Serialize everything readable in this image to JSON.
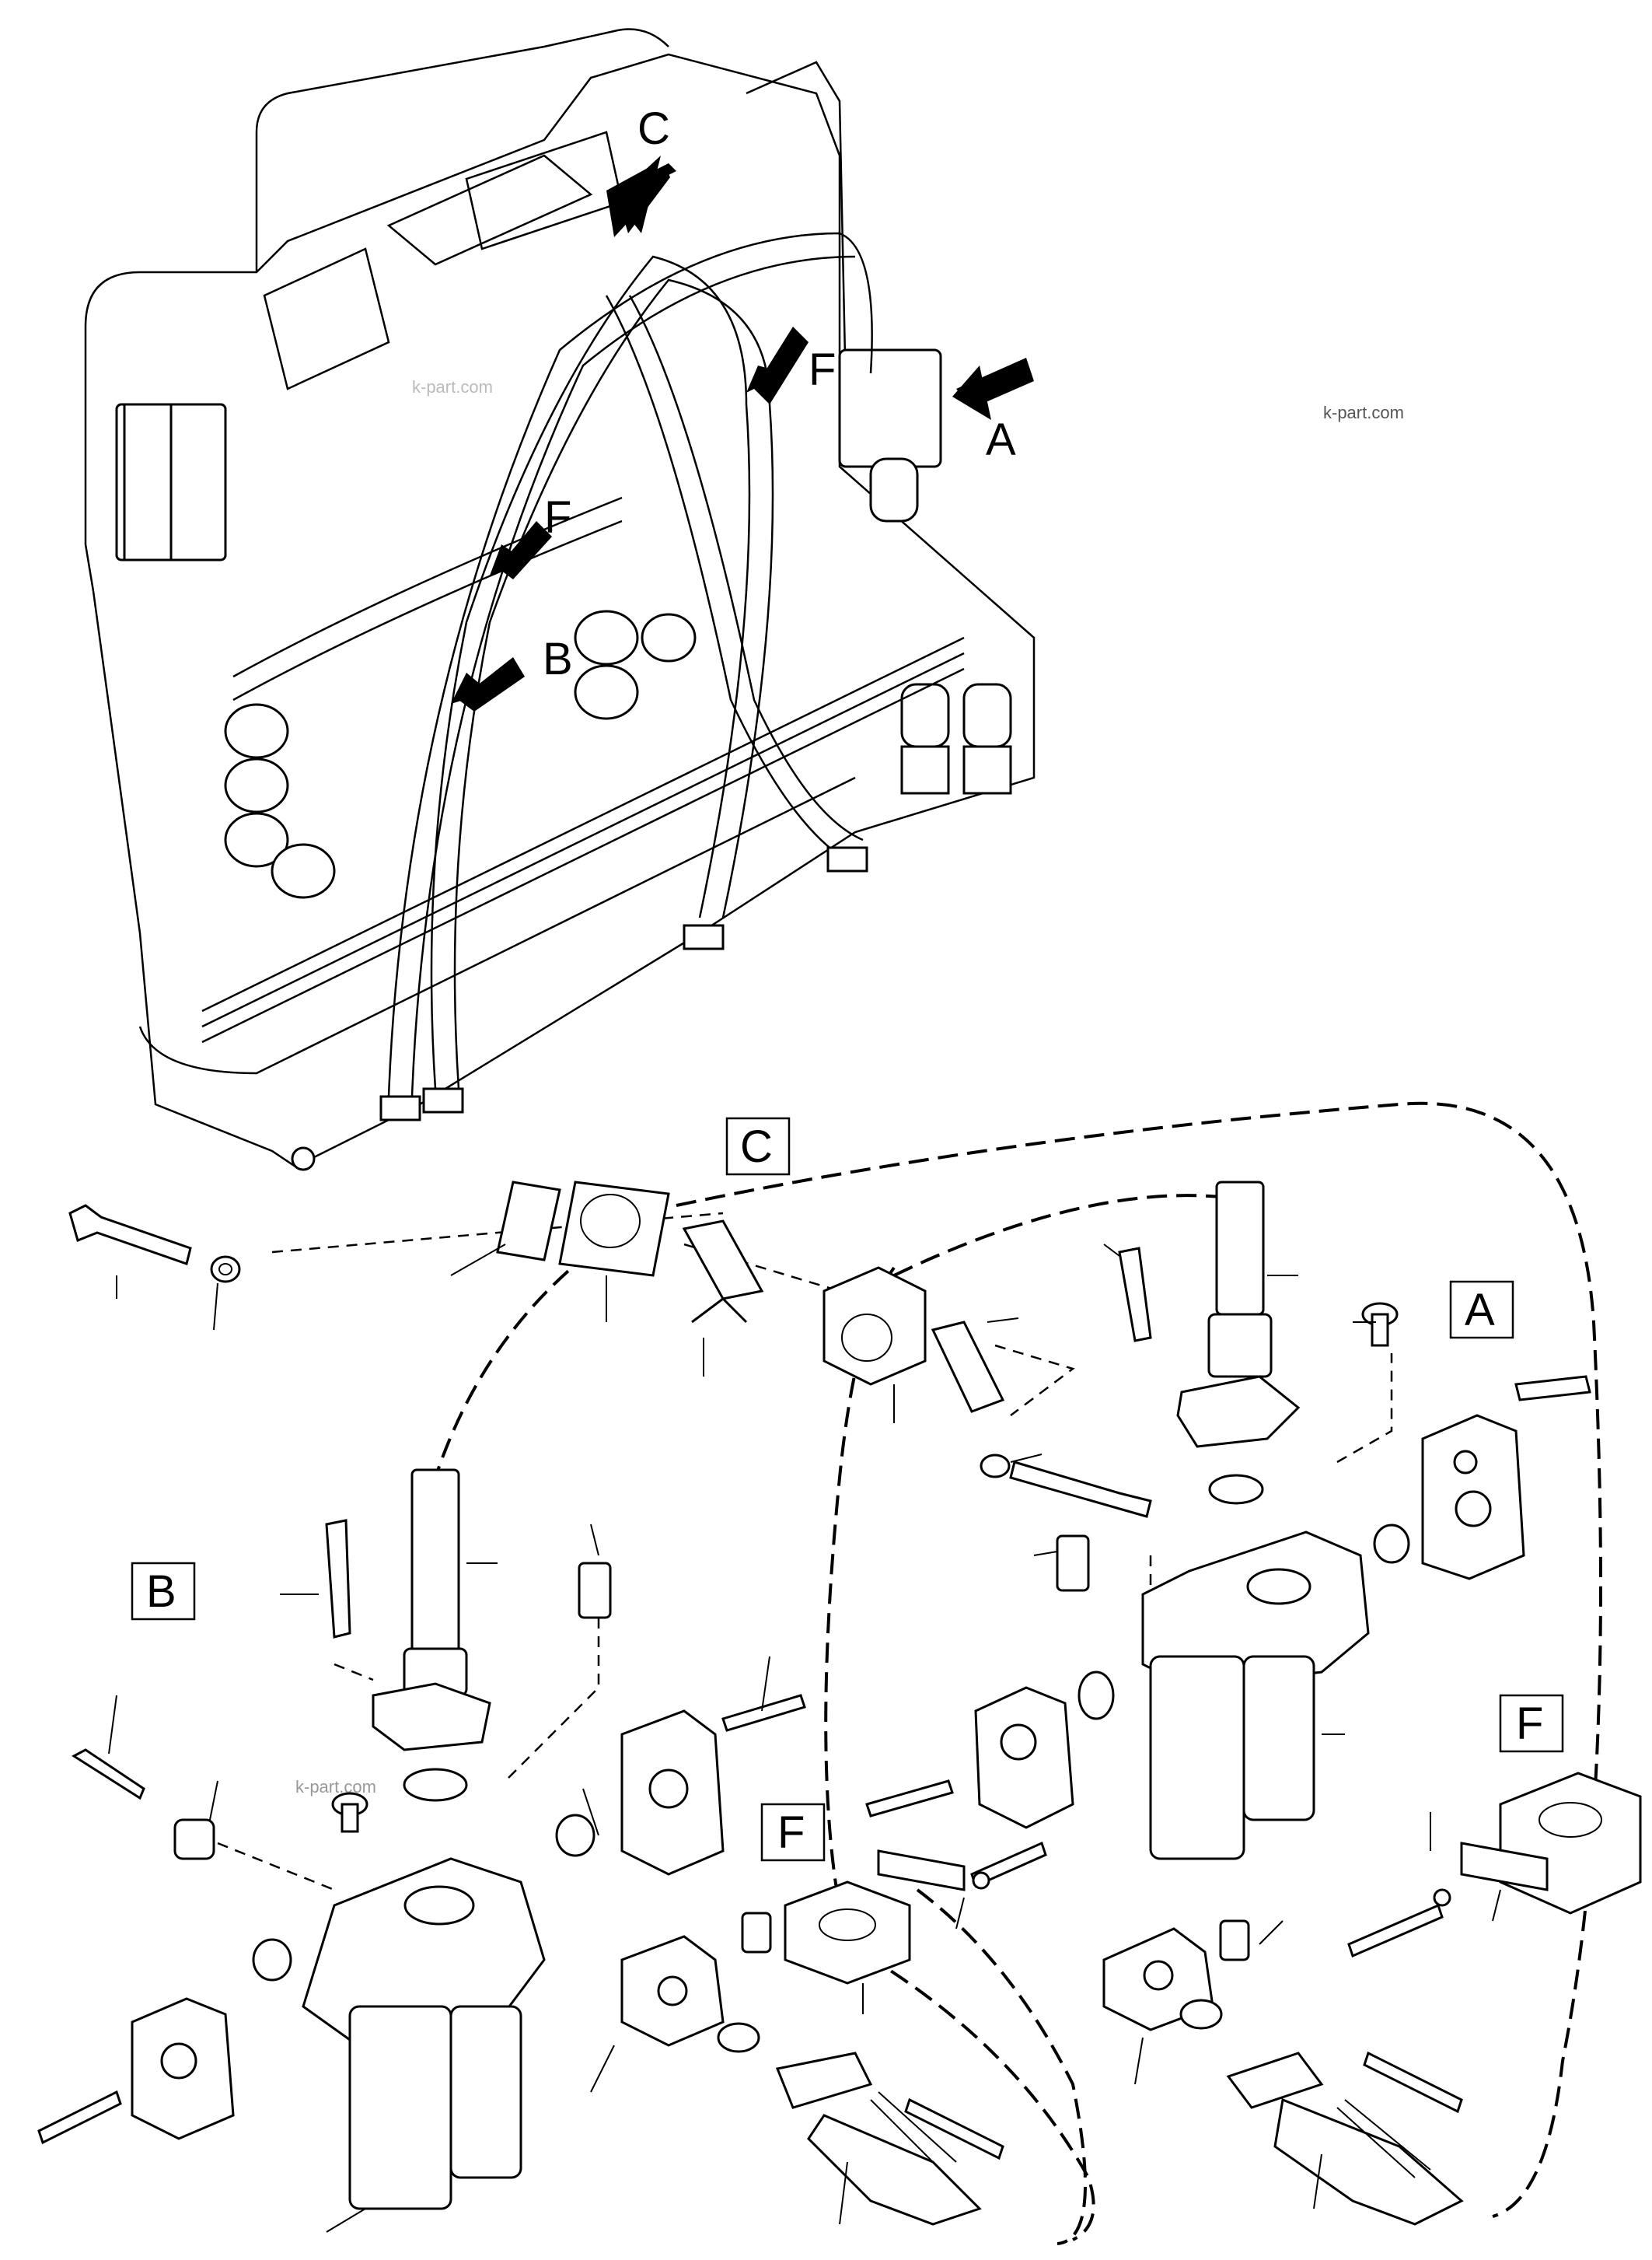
{
  "diagram": {
    "view_labels": {
      "C": "C",
      "F": "F",
      "A": "A",
      "B": "B"
    },
    "detail_boxes": {
      "C": "C",
      "A": "A",
      "B": "B",
      "F_left": "F",
      "F_right": "F"
    },
    "watermark": "k-part.com"
  }
}
